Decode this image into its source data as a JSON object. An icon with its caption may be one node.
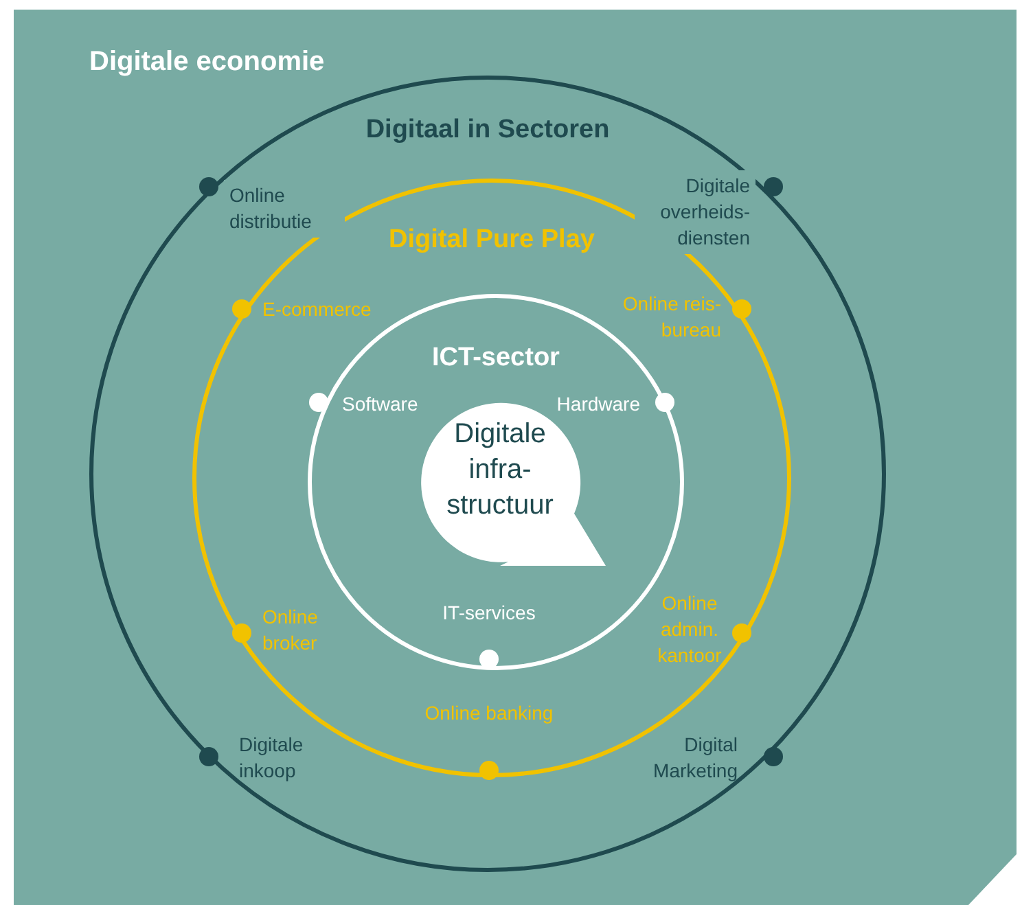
{
  "diagram": {
    "nodes": [
      {
        "text": [
          "Digitale economie"
        ]
      },
      {
        "text": [
          "Digitaal in Sectoren"
        ],
        "in": 0
      },
      {
        "text": [
          "Digital Pure Play"
        ],
        "in": 1
      },
      {
        "text": [
          "ICT-sector"
        ],
        "in": 2
      },
      {
        "text": [
          "Digitale infra-structuur"
        ],
        "in": 3
      }
    ],
    "edges": [],
    "labels": [
      "Online distributie",
      "Digitale overheids-diensten",
      "E-commerce",
      "Online reis-bureau",
      "Software",
      "Hardware",
      "Online broker",
      "Online admin. kantoor",
      "IT-services",
      "Online banking",
      "Digitale inkoop",
      "Digital Marketing"
    ]
  }
}
